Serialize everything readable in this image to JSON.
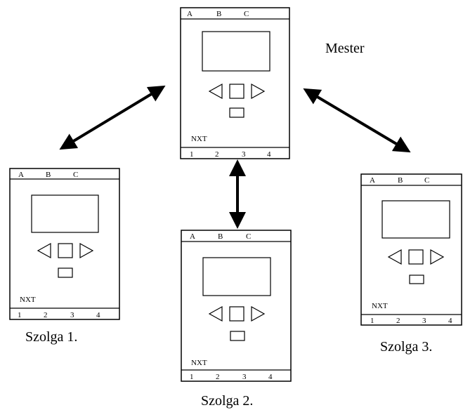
{
  "units": {
    "master": {
      "caption": "Mester",
      "top_ports": [
        "A",
        "B",
        "C"
      ],
      "brand": "NXT",
      "bottom_ports": [
        "1",
        "2",
        "3",
        "4"
      ]
    },
    "slave1": {
      "caption": "Szolga 1.",
      "top_ports": [
        "A",
        "B",
        "C"
      ],
      "brand": "NXT",
      "bottom_ports": [
        "1",
        "2",
        "3",
        "4"
      ]
    },
    "slave2": {
      "caption": "Szolga 2.",
      "top_ports": [
        "A",
        "B",
        "C"
      ],
      "brand": "NXT",
      "bottom_ports": [
        "1",
        "2",
        "3",
        "4"
      ]
    },
    "slave3": {
      "caption": "Szolga 3.",
      "top_ports": [
        "A",
        "B",
        "C"
      ],
      "brand": "NXT",
      "bottom_ports": [
        "1",
        "2",
        "3",
        "4"
      ]
    }
  }
}
